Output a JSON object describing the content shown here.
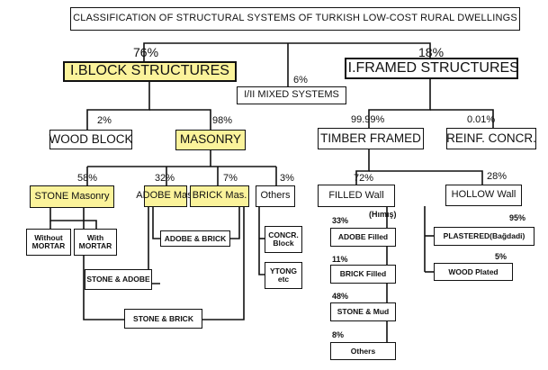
{
  "title": "CLASSIFICATION OF STRUCTURAL SYSTEMS OF TURKISH LOW-COST RURAL DWELLINGS",
  "colors": {
    "highlight": "#fbf39b",
    "line": "#111111"
  },
  "block": {
    "label": "I.BLOCK STRUCTURES",
    "pct": "76%",
    "wood_block": {
      "label": "WOOD BLOCK",
      "pct": "2%"
    },
    "masonry": {
      "label": "MASONRY",
      "pct": "98%"
    },
    "stone": {
      "label": "STONE Masonry",
      "pct": "58%"
    },
    "adobe": {
      "label": "ADOBE Mas.",
      "pct": "32%"
    },
    "brick": {
      "label": "BRICK Mas.",
      "pct": "7%"
    },
    "others": {
      "label": "Others",
      "pct": "3%"
    },
    "without_mortar": {
      "line1": "Without",
      "line2": "MORTAR"
    },
    "with_mortar": {
      "line1": "With",
      "line2": "MORTAR"
    },
    "adobe_brick": "ADOBE & BRICK",
    "stone_adobe": "STONE & ADOBE",
    "stone_brick": "STONE & BRICK",
    "concr_block": {
      "line1": "CONCR.",
      "line2": "Block"
    },
    "ytong": {
      "line1": "YTONG",
      "line2": "etc"
    }
  },
  "mixed": {
    "label": "I/II MIXED SYSTEMS",
    "pct": "6%"
  },
  "framed": {
    "label": "II.FRAMED STRUCTURES",
    "pct": "18%",
    "timber": {
      "label": "TIMBER FRAMED",
      "pct": "99.99%"
    },
    "reinf": {
      "label": "REINF. CONCR.",
      "pct": "0.01%"
    },
    "filled": {
      "label": "FILLED Wall",
      "pct": "72%",
      "note": "(Hımış)"
    },
    "hollow": {
      "label": "HOLLOW Wall",
      "pct": "28%"
    },
    "adobe_filled": {
      "label": "ADOBE Filled",
      "pct": "33%"
    },
    "brick_filled": {
      "label": "BRICK Filled",
      "pct": "11%"
    },
    "stone_mud": {
      "label": "STONE & Mud",
      "pct": "48%"
    },
    "others": {
      "label": "Others",
      "pct": "8%"
    },
    "plastered": {
      "label": "PLASTERED(Bağdadi)",
      "pct": "95%"
    },
    "wood_plated": {
      "label": "WOOD Plated",
      "pct": "5%"
    }
  }
}
